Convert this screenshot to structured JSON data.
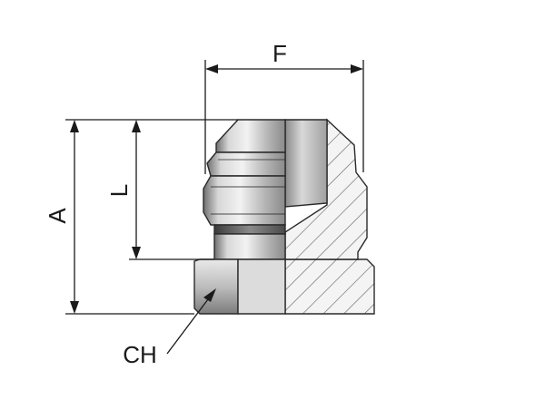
{
  "diagram": {
    "labels": {
      "width": "F",
      "overall_height": "A",
      "thread_length": "L",
      "hex_size": "CH"
    }
  }
}
